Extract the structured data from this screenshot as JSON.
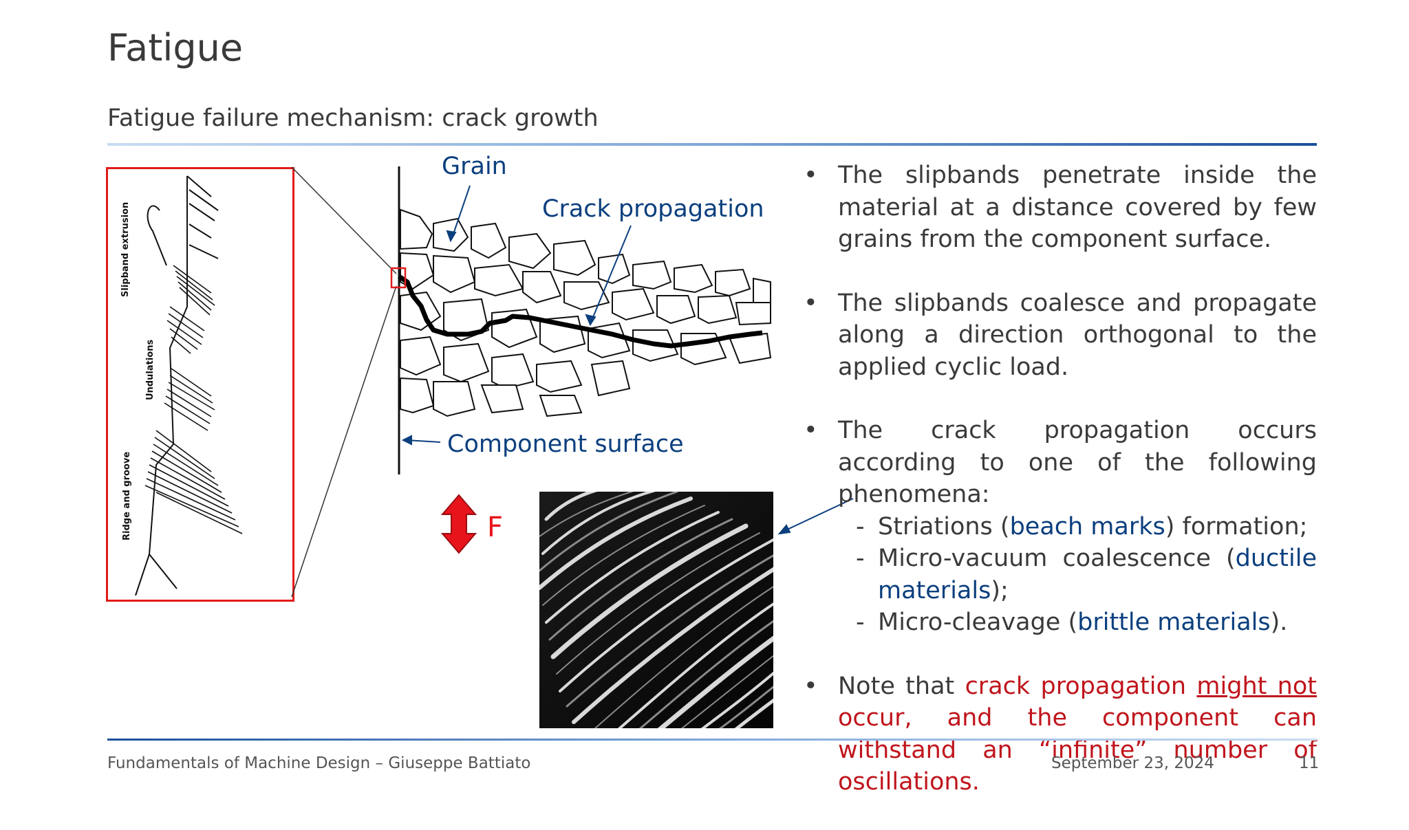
{
  "header": {
    "title": "Fatigue",
    "subtitle": "Fatigue failure mechanism: crack growth"
  },
  "figure": {
    "left_panel_labels": {
      "slipband": "Slipband extrusion",
      "undulations": "Undulations",
      "ridge": "Ridge and groove"
    },
    "grain_label": "Grain",
    "crack_label": "Crack propagation",
    "surface_label": "Component surface",
    "force_label": "F",
    "colors": {
      "label_blue": "#0b3f7e",
      "frame_red": "#e31a1a",
      "arrow_red": "#e8141b"
    }
  },
  "bullets": {
    "b1": "The slipbands penetrate inside the material at a distance covered by few grains from the component surface.",
    "b2": "The slipbands coalesce and propagate along a direction orthogonal to the applied cyclic load.",
    "b3": "The crack propagation occurs according to one of the following phenomena:",
    "sub1": {
      "before": "Striations (",
      "highlight": "beach marks",
      "after": ") formation;"
    },
    "sub2": {
      "before": "Micro-vacuum coalescence (",
      "highlight": "ductile materials",
      "after": ");"
    },
    "sub3": {
      "before": "Micro-cleavage (",
      "highlight": "brittle materials",
      "after": ")."
    },
    "b4": {
      "plain": "Note that ",
      "red1": "crack propagation ",
      "underlined": "might not",
      "red2": " occur, and the component can withstand an “infinite” number of oscillations."
    }
  },
  "footer": {
    "course": "Fundamentals of Machine Design – Giuseppe Battiato",
    "date": "September 23, 2024",
    "page": "11"
  }
}
